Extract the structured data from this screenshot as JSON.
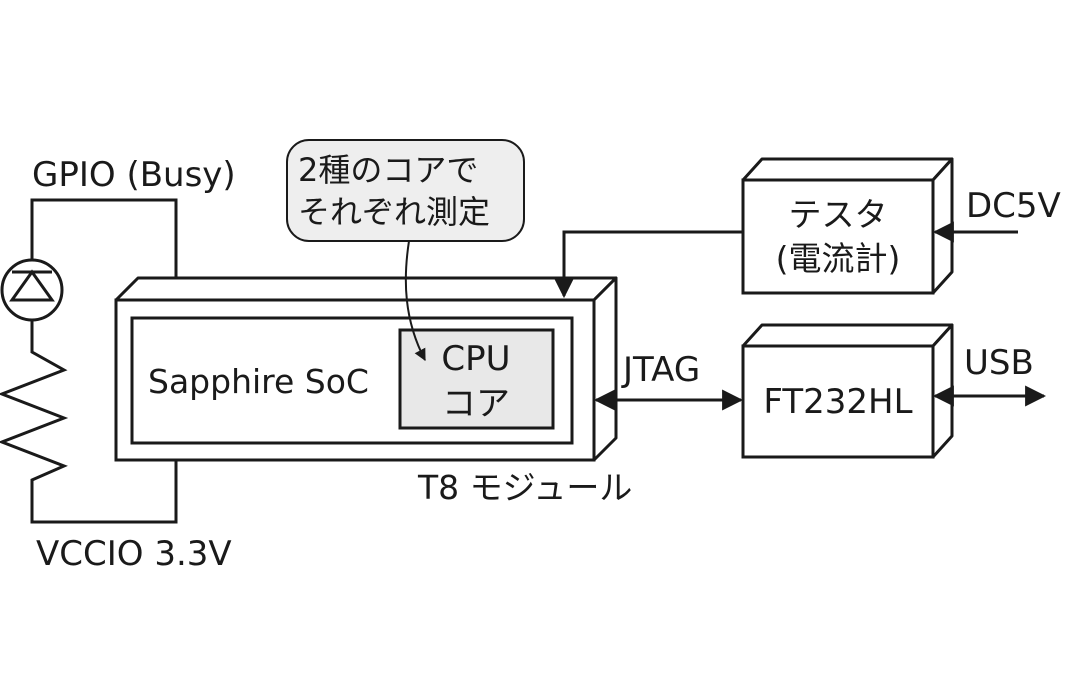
{
  "labels": {
    "gpio": "GPIO (Busy)",
    "vccio": "VCCIO 3.3V",
    "callout_line1": "2種のコアで",
    "callout_line2": "それぞれ測定",
    "soc": "Sapphire SoC",
    "cpu_line1": "CPU",
    "cpu_line2": "コア",
    "module": "T8 モジュール",
    "tester_line1": "テスタ",
    "tester_line2": "(電流計)",
    "dc5v": "DC5V",
    "jtag": "JTAG",
    "ft232": "FT232HL",
    "usb": "USB"
  },
  "colors": {
    "stroke": "#1a1a1a",
    "callout_fill": "#eeeeee",
    "cpu_fill": "#e8e8e8",
    "box_face": "#ffffff"
  }
}
